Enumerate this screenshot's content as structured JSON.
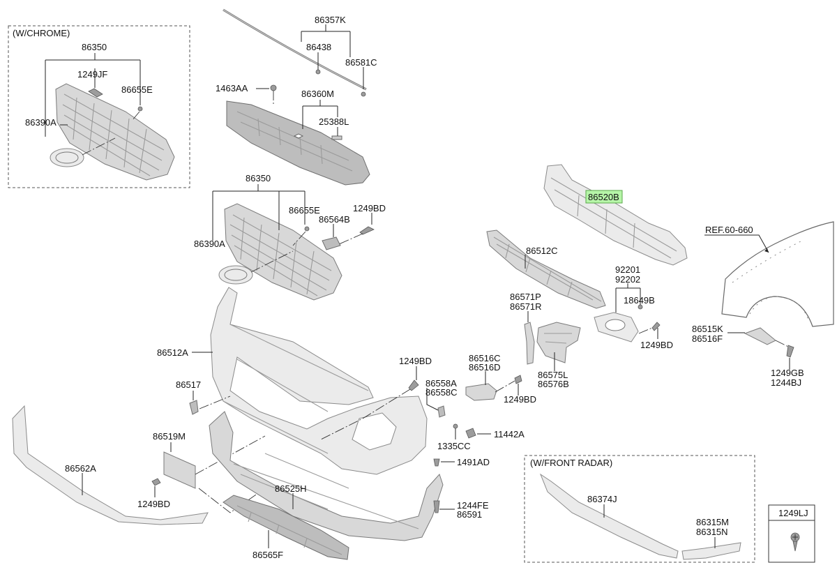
{
  "boxes": {
    "chrome_title": "(W/CHROME)",
    "radar_title": "(W/FRONT RADAR)",
    "legend_part": "1249LJ"
  },
  "labels": {
    "p86357K": "86357K",
    "p86438": "86438",
    "p86581C": "86581C",
    "p1463AA": "1463AA",
    "p86360M": "86360M",
    "p25388L": "25388L",
    "c86350": "86350",
    "c1249JF": "1249JF",
    "c86655E": "86655E",
    "c86390A": "86390A",
    "g86350": "86350",
    "g86655E": "86655E",
    "g86564B": "86564B",
    "g1249BD": "1249BD",
    "g86390A": "86390A",
    "p86520B": "86520B",
    "ref": "REF.60-660",
    "p86512C": "86512C",
    "p92201": "92201",
    "p92202": "92202",
    "p18649B": "18649B",
    "p86571P": "86571P",
    "p86571R": "86571R",
    "p1249BD_r": "1249BD",
    "p86515K": "86515K",
    "p86516F": "86516F",
    "p1249GB": "1249GB",
    "p1244BJ": "1244BJ",
    "p86575L": "86575L",
    "p86576B": "86576B",
    "p86512A": "86512A",
    "p1249BD_m": "1249BD",
    "p86516C": "86516C",
    "p86516D": "86516D",
    "p86558A": "86558A",
    "p86558C": "86558C",
    "p1249BD_s": "1249BD",
    "p86517": "86517",
    "p1335CC": "1335CC",
    "p11442A": "11442A",
    "p86519M": "86519M",
    "p1491AD": "1491AD",
    "p86562A": "86562A",
    "p1249BD_b": "1249BD",
    "p86525H": "86525H",
    "p1244FE": "1244FE",
    "p86591": "86591",
    "p86374J": "86374J",
    "p86315M": "86315M",
    "p86315N": "86315N",
    "p86565F": "86565F"
  },
  "highlight_color": "#b6f5a8"
}
